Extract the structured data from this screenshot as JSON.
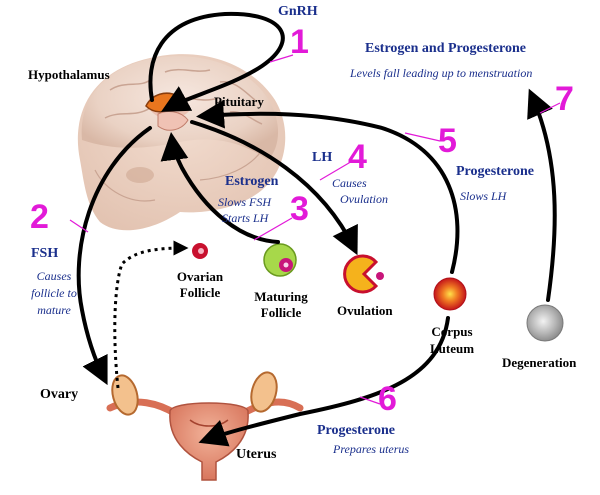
{
  "colors": {
    "hormone_text": "#1a2f8c",
    "step_number": "#e21ad8",
    "arrow": "#000000",
    "background": "#ffffff"
  },
  "labels": {
    "gnrh": "GnRH",
    "hypothalamus": "Hypothalamus",
    "pituitary": "Pituitary",
    "estrogen_progesterone": "Estrogen and Progesterone",
    "estrogen_progesterone_note": "Levels fall leading up to menstruation",
    "lh": "LH",
    "lh_note_1": "Causes",
    "lh_note_2": "Ovulation",
    "estrogen": "Estrogen",
    "estrogen_note_1": "Slows FSH",
    "estrogen_note_2": "Starts LH",
    "progesterone_5": "Progesterone",
    "progesterone_5_note": "Slows LH",
    "fsh": "FSH",
    "fsh_note_1": "Causes",
    "fsh_note_2": "follicle to",
    "fsh_note_3": "mature",
    "ovarian_follicle_1": "Ovarian",
    "ovarian_follicle_2": "Follicle",
    "maturing_follicle_1": "Maturing",
    "maturing_follicle_2": "Follicle",
    "ovulation": "Ovulation",
    "corpus_luteum_1": "Corpus",
    "corpus_luteum_2": "Luteum",
    "degeneration": "Degeneration",
    "ovary": "Ovary",
    "uterus": "Uterus",
    "progesterone_6": "Progesterone",
    "progesterone_6_note": "Prepares uterus"
  },
  "steps": [
    "1",
    "2",
    "3",
    "4",
    "5",
    "6",
    "7"
  ],
  "icons": [
    "brain-illustration",
    "uterus-illustration",
    "ovarian-follicle-icon",
    "maturing-follicle-icon",
    "ovulation-icon",
    "corpus-luteum-icon",
    "degeneration-icon"
  ]
}
